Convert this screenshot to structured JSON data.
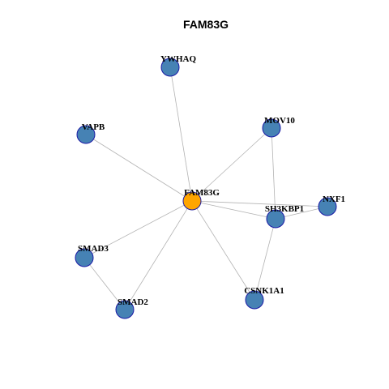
{
  "title": "FAM83G",
  "colors": {
    "center_fill": "#ffa500",
    "node_fill": "#4682b4",
    "node_stroke": "#1a1aa6",
    "edge": "#b3b3b3"
  },
  "nodes": [
    {
      "id": "FAM83G",
      "label": "FAM83G",
      "role": "center"
    },
    {
      "id": "YWHAQ",
      "label": "YWHAQ",
      "role": "neighbor"
    },
    {
      "id": "VAPB",
      "label": "VAPB",
      "role": "neighbor"
    },
    {
      "id": "MOV10",
      "label": "MOV10",
      "role": "neighbor"
    },
    {
      "id": "NXF1",
      "label": "NXF1",
      "role": "neighbor"
    },
    {
      "id": "SH3KBP1",
      "label": "SH3KBP1",
      "role": "neighbor"
    },
    {
      "id": "SMAD3",
      "label": "SMAD3",
      "role": "neighbor"
    },
    {
      "id": "SMAD2",
      "label": "SMAD2",
      "role": "neighbor"
    },
    {
      "id": "CSNK1A1",
      "label": "CSNK1A1",
      "role": "neighbor"
    }
  ],
  "edges": [
    [
      "FAM83G",
      "YWHAQ"
    ],
    [
      "FAM83G",
      "VAPB"
    ],
    [
      "FAM83G",
      "MOV10"
    ],
    [
      "FAM83G",
      "NXF1"
    ],
    [
      "FAM83G",
      "SH3KBP1"
    ],
    [
      "FAM83G",
      "SMAD3"
    ],
    [
      "FAM83G",
      "SMAD2"
    ],
    [
      "FAM83G",
      "CSNK1A1"
    ],
    [
      "MOV10",
      "SH3KBP1"
    ],
    [
      "SH3KBP1",
      "NXF1"
    ],
    [
      "SH3KBP1",
      "CSNK1A1"
    ],
    [
      "SMAD3",
      "SMAD2"
    ]
  ]
}
